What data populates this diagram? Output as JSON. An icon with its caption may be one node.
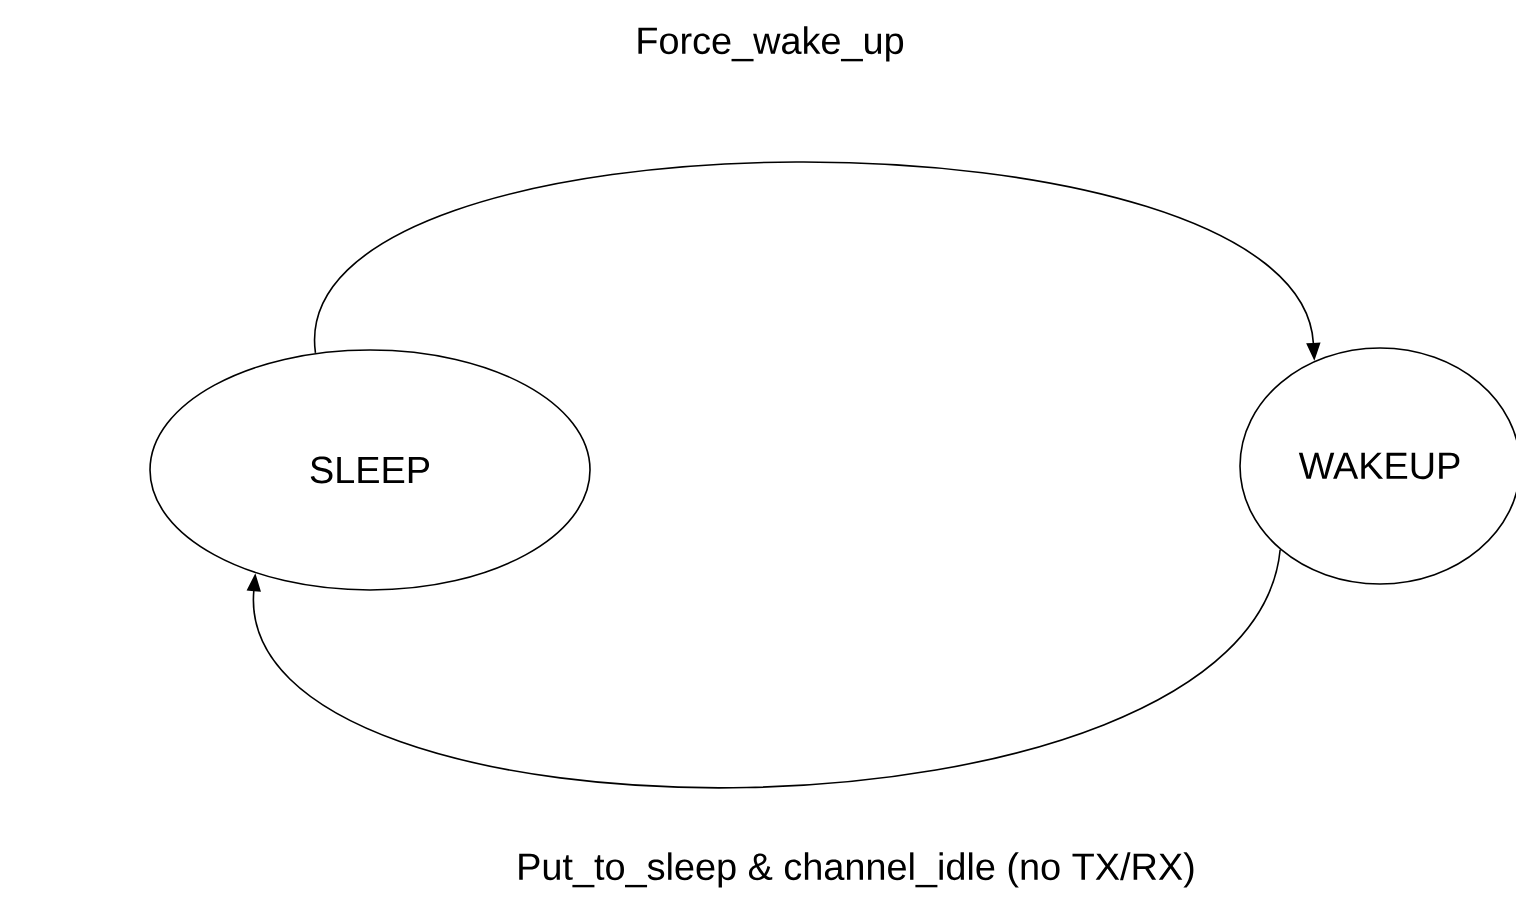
{
  "diagram": {
    "nodes": [
      {
        "text": [
          "SLEEP"
        ]
      },
      {
        "text": [
          "WAKEUP"
        ]
      }
    ],
    "edges": [
      {
        "from": 0,
        "to": 1,
        "arrow": "to",
        "label": "Force_wake_up"
      },
      {
        "from": 1,
        "to": 0,
        "arrow": "to",
        "label": "Put_to_sleep & channel_idle (no TX/RX)"
      }
    ]
  }
}
